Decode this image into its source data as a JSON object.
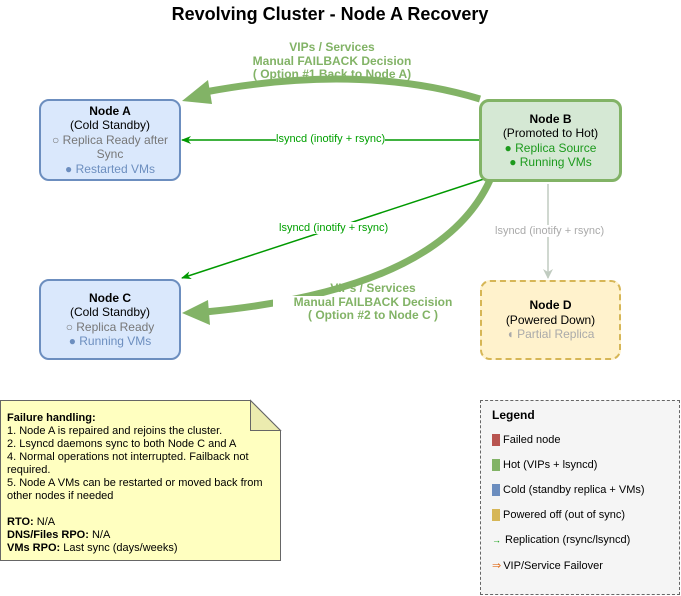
{
  "title": "Revolving Cluster - Node A Recovery",
  "colors": {
    "failed": "#b85450",
    "hot": "#82b366",
    "cold": "#6c8ebf",
    "powered_off": "#d6b656",
    "replication": "#009900",
    "failover": "#e07020",
    "replication_inactive": "#c0cbc0"
  },
  "nodes": {
    "a": {
      "name": "Node A",
      "role": "(Cold Standby)",
      "lines": [
        "○ Replica Ready after Sync",
        "● Restarted VMs"
      ]
    },
    "b": {
      "name": "Node B",
      "role": "(Promoted to Hot)",
      "lines": [
        "● Replica Source",
        "● Running VMs"
      ]
    },
    "c": {
      "name": "Node C",
      "role": "(Cold Standby)",
      "lines": [
        "○ Replica Ready",
        "● Running VMs"
      ]
    },
    "d": {
      "name": "Node D",
      "role": "(Powered Down)",
      "lines": [
        "◖ Partial Replica"
      ]
    }
  },
  "edges": {
    "b_to_a_sync": "lsyncd (inotify + rsync)",
    "b_to_c_sync": "lsyncd (inotify + rsync)",
    "b_to_d_sync": "lsyncd (inotify + rsync)",
    "failback_a": [
      "VIPs / Services",
      "Manual FAILBACK Decision",
      "( Option #1 Back to Node A)"
    ],
    "failback_c": [
      "VIPs / Services",
      "Manual FAILBACK Decision",
      "( Option #2 to Node C )"
    ]
  },
  "note": {
    "heading": "Failure handling:",
    "steps": [
      "1. Node A is repaired and rejoins the cluster.",
      "2. Lsyncd daemons sync to both Node C and A",
      "4. Normal operations not interrupted. Failback not required.",
      "5. Node A VMs can be restarted or moved back from other nodes if needed"
    ],
    "metrics": [
      {
        "label": "RTO:",
        "value": "N/A"
      },
      {
        "label": "DNS/Files RPO:",
        "value": " N/A"
      },
      {
        "label": "VMs RPO:",
        "value": "Last sync (days/weeks)"
      }
    ]
  },
  "legend": {
    "title": "Legend",
    "items": [
      {
        "label": "Failed node"
      },
      {
        "label": "Hot (VIPs + lsyncd)"
      },
      {
        "label": "Cold (standby replica + VMs)"
      },
      {
        "label": "Powered off (out of sync)"
      },
      {
        "glyph": "→",
        "label": "Replication (rsync/lsyncd)"
      },
      {
        "glyph": "⇒",
        "label": "VIP/Service Failover"
      }
    ]
  }
}
